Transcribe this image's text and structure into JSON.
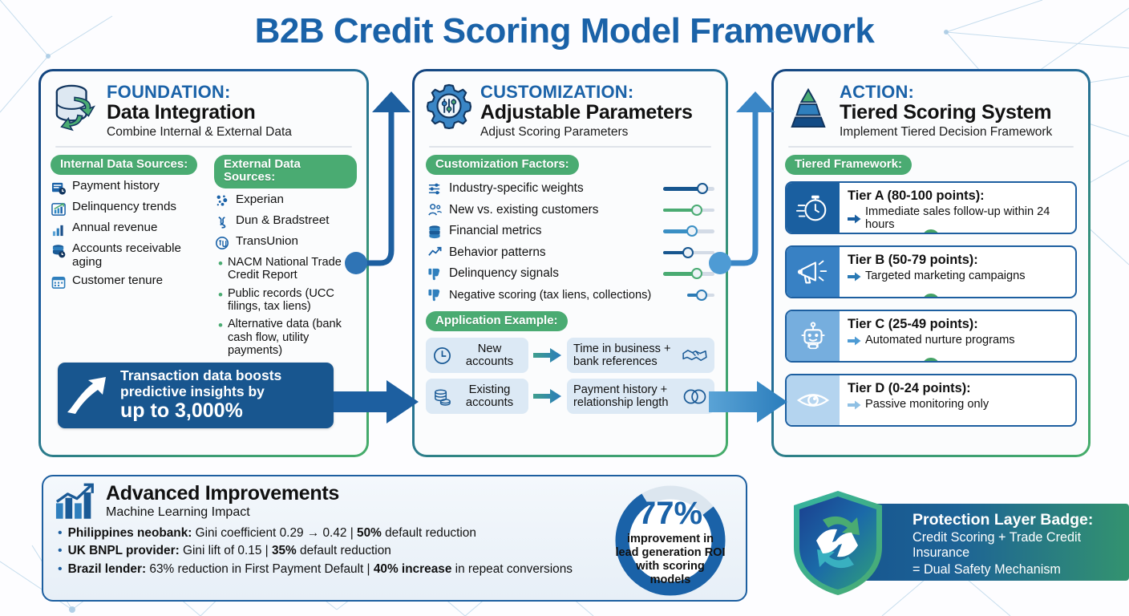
{
  "title": "B2B Credit Scoring Model Framework",
  "colors": {
    "title_blue": "#1a62a8",
    "dark_blue": "#14457f",
    "mid_blue": "#1d5fa0",
    "green": "#4aab72",
    "light_blue": "#dce9f5"
  },
  "foundation": {
    "kicker": "FOUNDATION:",
    "title": "Data Integration",
    "subtitle": "Combine Internal & External Data",
    "icon": "database-arrow-icon",
    "internal_pill": "Internal Data Sources:",
    "external_pill": "External Data Sources:",
    "internal_items": [
      {
        "label": "Payment history",
        "icon": "invoice-clock-icon"
      },
      {
        "label": "Delinquency trends",
        "icon": "trend-chart-icon"
      },
      {
        "label": "Annual revenue",
        "icon": "bar-chart-icon"
      },
      {
        "label": "Accounts receivable aging",
        "icon": "coins-clock-icon"
      },
      {
        "label": "Customer tenure",
        "icon": "calendar-icon"
      }
    ],
    "external_items": [
      {
        "label": "Experian",
        "icon": "experian-dots-icon"
      },
      {
        "label": "Dun & Bradstreet",
        "icon": "dun-bradstreet-icon"
      },
      {
        "label": "TransUnion",
        "icon": "transunion-icon"
      }
    ],
    "external_subitems": [
      "NACM National Trade Credit Report",
      "Public records (UCC filings, tax liens)",
      "Alternative data (bank cash flow, utility payments)"
    ],
    "callout": {
      "line1": "Transaction data boosts predictive insights by",
      "line2": "up to 3,000%",
      "icon": "growth-arrow-icon"
    }
  },
  "customization": {
    "kicker": "CUSTOMIZATION:",
    "title": "Adjustable Parameters",
    "subtitle": "Adjust Scoring Parameters",
    "icon": "gear-sliders-icon",
    "factors_pill": "Customization Factors:",
    "factors": [
      {
        "label": "Industry-specific weights",
        "icon": "sliders-icon",
        "fill_pct": 76,
        "color": "#17568f"
      },
      {
        "label": "New vs. existing customers",
        "icon": "people-icon",
        "fill_pct": 66,
        "color": "#4aab72"
      },
      {
        "label": "Financial metrics",
        "icon": "database-stack-icon",
        "fill_pct": 56,
        "color": "#3a8fc4"
      },
      {
        "label": "Behavior patterns",
        "icon": "trendline-icon",
        "fill_pct": 48,
        "color": "#17568f"
      },
      {
        "label": "Delinquency signals",
        "icon": "thumbs-down-icon",
        "fill_pct": 66,
        "color": "#4aab72"
      },
      {
        "label": "Negative scoring (tax liens, collections)",
        "icon": "thumbs-down-icon",
        "fill_pct": 52,
        "color": "#2b7ab5"
      }
    ],
    "example_pill": "Application Example:",
    "examples": [
      {
        "from": "New accounts",
        "from_icon": "clock-icon",
        "to": "Time in business + bank references",
        "to_icon": "handshake-icon"
      },
      {
        "from": "Existing accounts",
        "from_icon": "coins-icon",
        "to": "Payment history + relationship length",
        "to_icon": "linked-rings-icon"
      }
    ]
  },
  "action": {
    "kicker": "ACTION:",
    "title": "Tiered Scoring System",
    "subtitle": "Implement Tiered Decision Framework",
    "icon": "pyramid-icon",
    "framework_pill": "Tiered Framework:",
    "tiers": [
      {
        "name": "Tier A (80-100 points):",
        "action": "Immediate sales follow-up within 24 hours",
        "icon": "stopwatch-icon",
        "icon_bg": "#1a5fa0",
        "arrow_color": "#1a5fa0"
      },
      {
        "name": "Tier B (50-79 points):",
        "action": "Targeted marketing campaigns",
        "icon": "megaphone-icon",
        "icon_bg": "#3881c4",
        "arrow_color": "#2b7ab5"
      },
      {
        "name": "Tier C (25-49 points):",
        "action": "Automated nurture programs",
        "icon": "robot-icon",
        "icon_bg": "#76aede",
        "arrow_color": "#4e9bd4"
      },
      {
        "name": "Tier D (0-24 points):",
        "action": "Passive monitoring only",
        "icon": "eye-icon",
        "icon_bg": "#b4d4ef",
        "arrow_color": "#8fc0e4"
      }
    ],
    "check_icon": "check-circle-icon"
  },
  "advanced": {
    "title": "Advanced Improvements",
    "subtitle": "Machine Learning Impact",
    "icon": "growth-bars-icon",
    "bullets": [
      {
        "lead": "Philippines neobank:",
        "mid": " Gini coefficient 0.29 → 0.42 | ",
        "bold2": "50%",
        "tail": " default reduction"
      },
      {
        "lead": "UK BNPL provider:",
        "mid": " Gini lift of 0.15 | ",
        "bold2": "35%",
        "tail": " default reduction"
      },
      {
        "lead": "Brazil lender:",
        "mid": " 63% reduction in First Payment Default | ",
        "bold2": "40% increase",
        "tail": " in repeat conversions"
      }
    ]
  },
  "donut": {
    "value": "77%",
    "caption_lines": [
      "improvement in",
      "lead generation ROI",
      "with scoring",
      "models"
    ],
    "percent": 77
  },
  "badge": {
    "title": "Protection Layer Badge:",
    "line1": "Credit Scoring + Trade Credit Insurance",
    "line2": "= Dual Safety Mechanism",
    "icon": "shield-arrows-icon"
  }
}
